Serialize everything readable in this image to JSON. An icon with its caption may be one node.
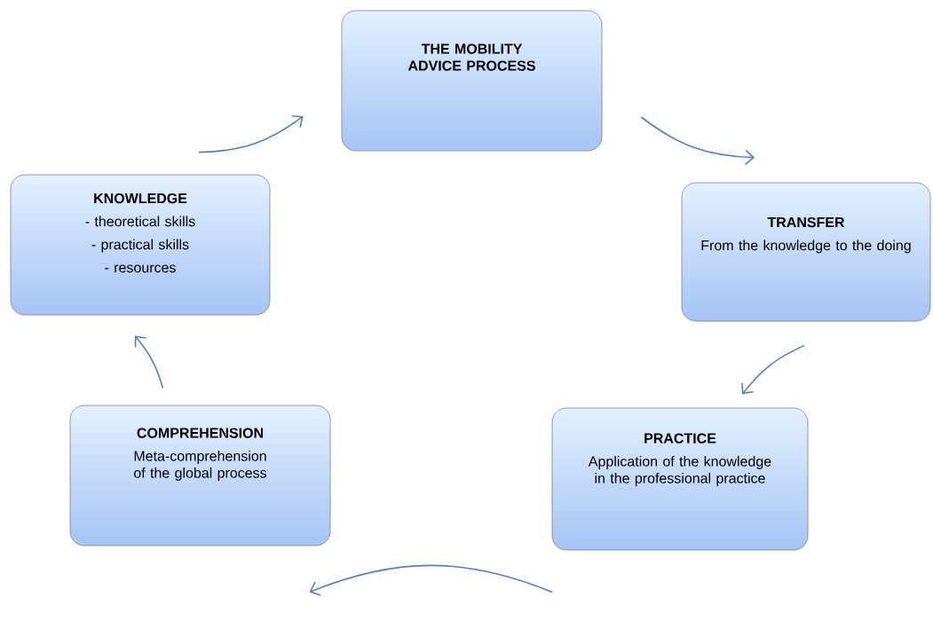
{
  "diagram": {
    "nodes": [
      {
        "text": [
          "THE MOBILITY ADVICE PROCESS"
        ]
      },
      {
        "text": [
          "TRANSFER",
          "From the knowledge to the doing"
        ]
      },
      {
        "text": [
          "PRACTICE",
          "Application of the knowledge in the professional practice"
        ]
      },
      {
        "text": [
          "COMPREHENSION",
          "Meta-comprehension of the global process"
        ]
      },
      {
        "text": [
          "KNOWLEDGE",
          "- theoretical skills",
          "- practical skills",
          "- resources"
        ]
      }
    ],
    "edges": [
      {
        "from": 0,
        "to": 1,
        "arrow": "to"
      },
      {
        "from": 1,
        "to": 2,
        "arrow": "to"
      },
      {
        "from": 2,
        "to": 3,
        "arrow": "to"
      },
      {
        "from": 3,
        "to": 4,
        "arrow": "to"
      },
      {
        "from": 4,
        "to": 0,
        "arrow": "to"
      }
    ]
  }
}
